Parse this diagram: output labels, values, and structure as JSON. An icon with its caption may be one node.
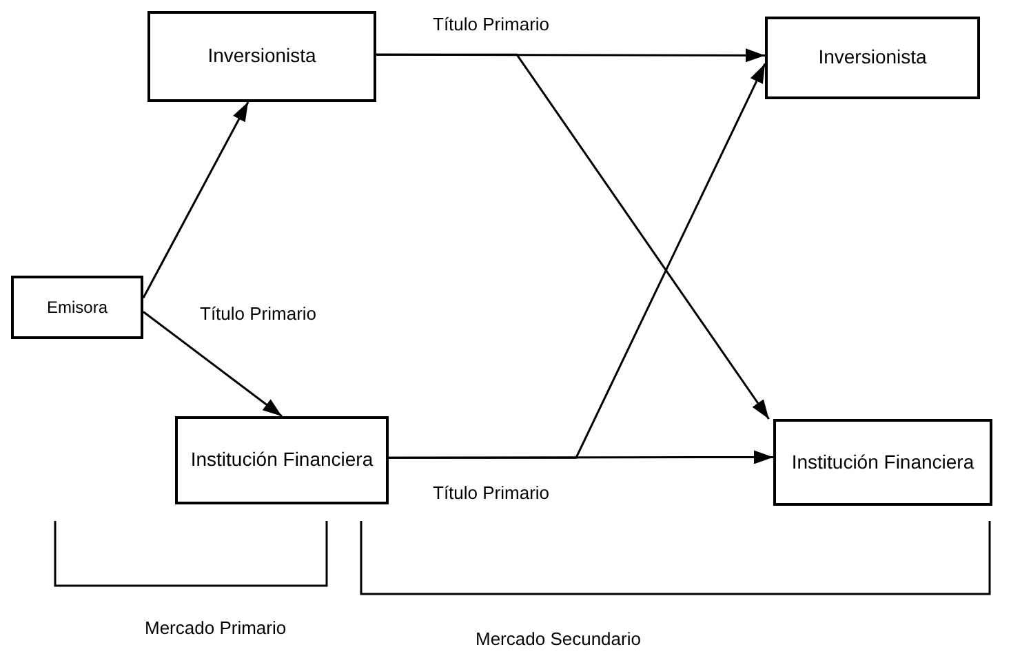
{
  "diagram": {
    "nodes": [
      {
        "text": [
          "Emisora"
        ]
      },
      {
        "text": [
          "Inversionista"
        ]
      },
      {
        "text": [
          "Institución Financiera"
        ]
      },
      {
        "text": [
          "Inversionista"
        ]
      },
      {
        "text": [
          "Institución Financiera"
        ]
      }
    ],
    "edges": [
      {
        "from": 0,
        "to": 1,
        "arrow": "to"
      },
      {
        "from": 0,
        "to": 2,
        "arrow": "to"
      },
      {
        "from": 1,
        "to": 3,
        "arrow": "to",
        "label": "Título Primario"
      },
      {
        "from": 1,
        "to": 4,
        "arrow": "to"
      },
      {
        "from": 2,
        "to": 4,
        "arrow": "to",
        "label": "Título Primario"
      },
      {
        "from": 2,
        "to": 3,
        "arrow": "to"
      }
    ],
    "labels": [
      "Título Primario",
      "Mercado Primario",
      "Mercado Secundario"
    ]
  }
}
